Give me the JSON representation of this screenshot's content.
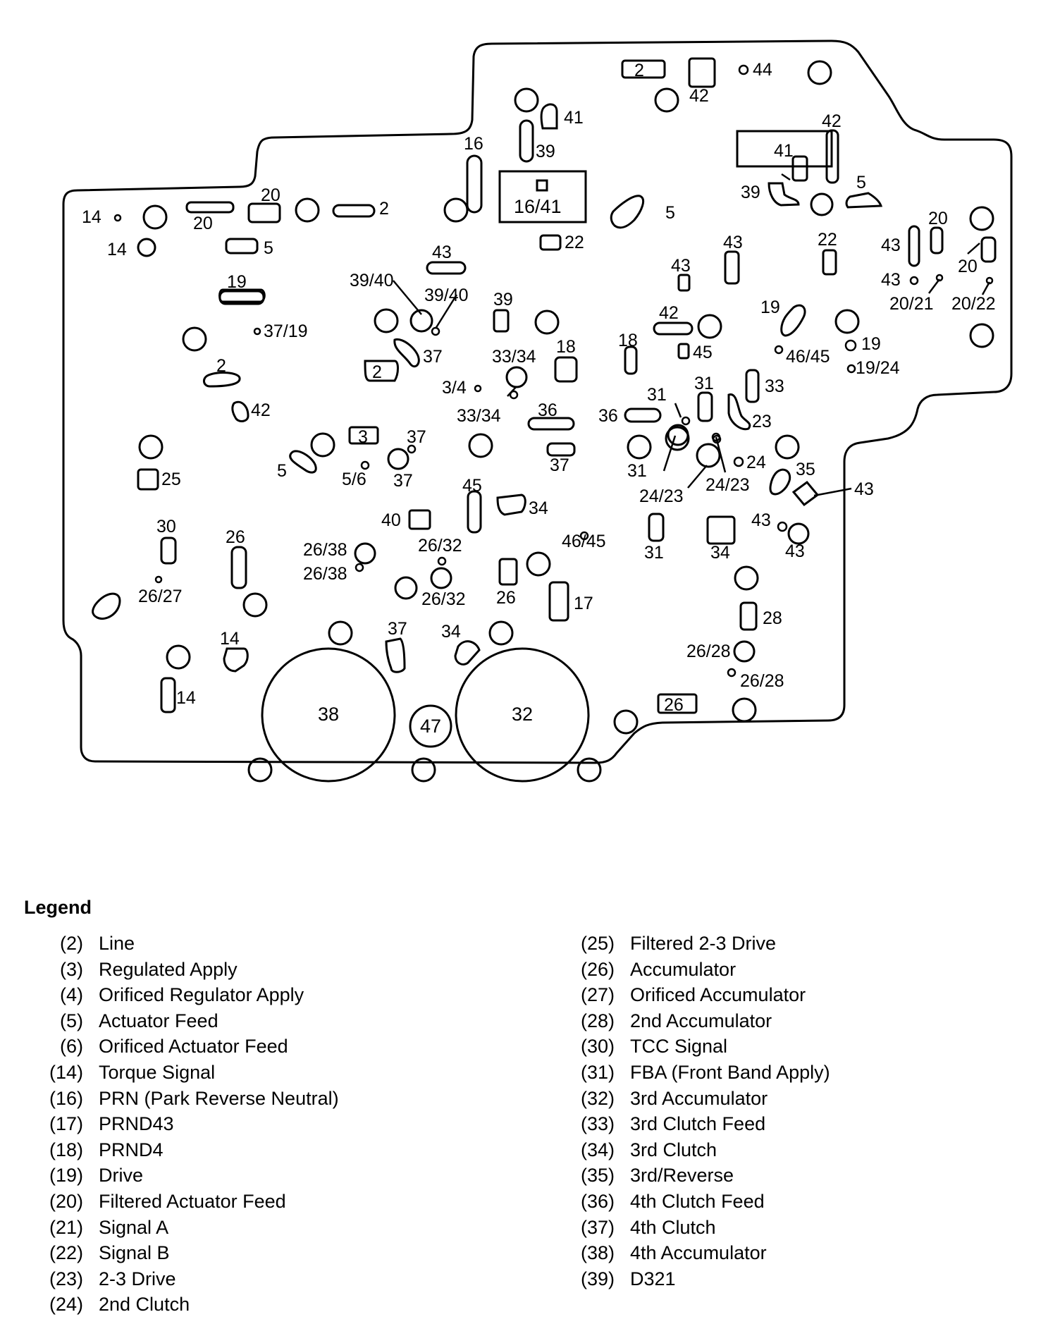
{
  "labels": {
    "l_14a": "14",
    "l_14b": "14",
    "l_20a": "20",
    "l_20b": "20",
    "l_2a": "2",
    "l_5a": "5",
    "l_19a": "19",
    "l_37_19": "37/19",
    "l_2b": "2",
    "l_42a": "42",
    "l_25": "25",
    "l_30": "30",
    "l_26_27": "26/27",
    "l_26a": "26",
    "l_14c": "14",
    "l_14d": "14",
    "l_16": "16",
    "l_39a": "39",
    "l_41a": "41",
    "l_16_41": "16/41",
    "l_22a": "22",
    "l_2c": "2",
    "l_42b": "42",
    "l_44": "44",
    "l_5b": "5",
    "l_43a": "43",
    "l_39_40a": "39/40",
    "l_39_40b": "39/40",
    "l_39b": "39",
    "l_37a": "37",
    "l_2d": "2",
    "l_33_34a": "33/34",
    "l_18a": "18",
    "l_3_4": "3/4",
    "l_33_34b": "33/34",
    "l_36a": "36",
    "l_37b": "37",
    "l_3": "3",
    "l_37c": "37",
    "l_37d": "37",
    "l_5c": "5",
    "l_5_6": "5/6",
    "l_45a": "45",
    "l_34a": "34",
    "l_40": "40",
    "l_46_45a": "46/45",
    "l_26_32a": "26/32",
    "l_26_38a": "26/38",
    "l_26_38b": "26/38",
    "l_26_32b": "26/32",
    "l_26b": "26",
    "l_17": "17",
    "l_37e": "37",
    "l_34b": "34",
    "l_38": "38",
    "l_47": "47",
    "l_32": "32",
    "l_41b": "41",
    "l_42c": "42",
    "l_5d": "5",
    "l_39c": "39",
    "l_22b": "22",
    "l_43b": "43",
    "l_43c": "43",
    "l_42d": "42",
    "l_45b": "45",
    "l_18b": "18",
    "l_19b": "19",
    "l_46_45b": "46/45",
    "l_19c": "19",
    "l_19_24": "19/24",
    "l_33": "33",
    "l_31a": "31",
    "l_31b": "31",
    "l_23": "23",
    "l_36b": "36",
    "l_31c": "31",
    "l_24_23a": "24/23",
    "l_24_23b": "24/23",
    "l_24": "24",
    "l_35": "35",
    "l_43d": "43",
    "l_43e": "43",
    "l_43f": "43",
    "l_31d": "31",
    "l_34c": "34",
    "l_28": "28",
    "l_26_28a": "26/28",
    "l_26_28b": "26/28",
    "l_26c": "26",
    "l_20c": "20",
    "l_20d": "20",
    "l_43g": "43",
    "l_43h": "43",
    "l_20_21": "20/21",
    "l_20_22": "20/22"
  },
  "legend": {
    "title": "Legend",
    "left": [
      {
        "code": "(2)",
        "desc": "Line"
      },
      {
        "code": "(3)",
        "desc": "Regulated Apply"
      },
      {
        "code": "(4)",
        "desc": "Orificed Regulator Apply"
      },
      {
        "code": "(5)",
        "desc": "Actuator Feed"
      },
      {
        "code": "(6)",
        "desc": "Orificed Actuator Feed"
      },
      {
        "code": "(14)",
        "desc": "Torque Signal"
      },
      {
        "code": "(16)",
        "desc": "PRN (Park Reverse Neutral)"
      },
      {
        "code": "(17)",
        "desc": "PRND43"
      },
      {
        "code": "(18)",
        "desc": "PRND4"
      },
      {
        "code": "(19)",
        "desc": "Drive"
      },
      {
        "code": "(20)",
        "desc": "Filtered Actuator Feed"
      },
      {
        "code": "(21)",
        "desc": "Signal A"
      },
      {
        "code": "(22)",
        "desc": "Signal B"
      },
      {
        "code": "(23)",
        "desc": "2-3 Drive"
      },
      {
        "code": "(24)",
        "desc": "2nd Clutch"
      }
    ],
    "right": [
      {
        "code": "(25)",
        "desc": "Filtered 2-3 Drive"
      },
      {
        "code": "(26)",
        "desc": "Accumulator"
      },
      {
        "code": "(27)",
        "desc": "Orificed Accumulator"
      },
      {
        "code": "(28)",
        "desc": "2nd Accumulator"
      },
      {
        "code": "(30)",
        "desc": "TCC Signal"
      },
      {
        "code": "(31)",
        "desc": "FBA (Front Band Apply)"
      },
      {
        "code": "(32)",
        "desc": "3rd Accumulator"
      },
      {
        "code": "(33)",
        "desc": "3rd Clutch Feed"
      },
      {
        "code": "(34)",
        "desc": "3rd Clutch"
      },
      {
        "code": "(35)",
        "desc": "3rd/Reverse"
      },
      {
        "code": "(36)",
        "desc": "4th Clutch Feed"
      },
      {
        "code": "(37)",
        "desc": "4th Clutch"
      },
      {
        "code": "(38)",
        "desc": "4th Accumulator"
      },
      {
        "code": "(39)",
        "desc": "D321"
      }
    ]
  }
}
